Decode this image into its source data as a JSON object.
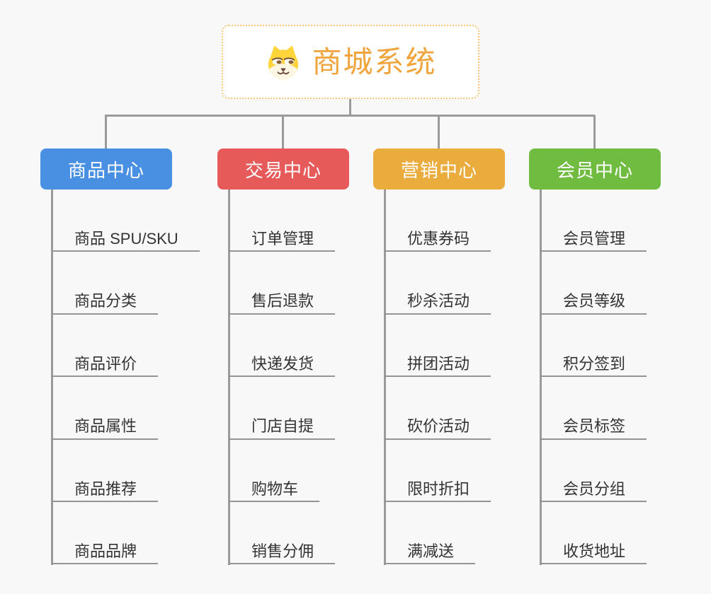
{
  "root": {
    "title": "商城系统",
    "icon": "dog-face-icon"
  },
  "branches": [
    {
      "label": "商品中心",
      "color": "#4a90e2",
      "children": [
        "商品 SPU/SKU",
        "商品分类",
        "商品评价",
        "商品属性",
        "商品推荐",
        "商品品牌"
      ]
    },
    {
      "label": "交易中心",
      "color": "#e65a5a",
      "children": [
        "订单管理",
        "售后退款",
        "快递发货",
        "门店自提",
        "购物车",
        "销售分佣"
      ]
    },
    {
      "label": "营销中心",
      "color": "#ebac3e",
      "children": [
        "优惠券码",
        "秒杀活动",
        "拼团活动",
        "砍价活动",
        "限时折扣",
        "满减送"
      ]
    },
    {
      "label": "会员中心",
      "color": "#70bc41",
      "children": [
        "会员管理",
        "会员等级",
        "积分签到",
        "会员标签",
        "会员分组",
        "收货地址"
      ]
    }
  ],
  "colors": {
    "background": "#f8f8f8",
    "connector": "#9a9a9a",
    "underline": "#949494",
    "leaf_text": "#333333",
    "root_border": "#f6c87e",
    "root_text": "#f0a43c"
  }
}
